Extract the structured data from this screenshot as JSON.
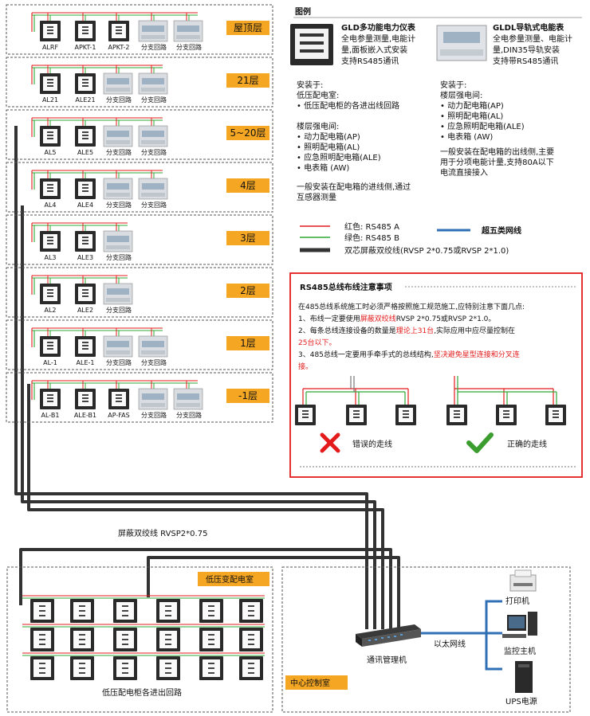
{
  "legend": {
    "title": "图例",
    "gld": {
      "title": "GLD多功能电力仪表",
      "lines": [
        "全电参量测量,电能计",
        "量,面板嵌入式安装",
        "支持RS485通讯"
      ]
    },
    "gldl": {
      "title": "GLDL导轨式电能表",
      "lines": [
        "全电参量测量、电能计",
        "量,DIN35导轨安装",
        "支持带RS485通讯"
      ]
    },
    "install_left": {
      "head1": "安装于:",
      "head2": "低压配电室:",
      "bullet1": "低压配电柜的各进出线回路",
      "head3": "楼层强电间:",
      "bullets": [
        "动力配电箱(AP)",
        "照明配电箱(AL)",
        "应急照明配电箱(ALE)",
        "电表箱 (AW)"
      ],
      "note_lines": [
        "一般安装在配电箱的进线侧,通过",
        "互感器测量"
      ]
    },
    "install_right": {
      "head1": "安装于:",
      "head2": "楼层强电间:",
      "bullets": [
        "动力配电箱(AP)",
        "照明配电箱(AL)",
        "应急照明配电箱(ALE)",
        "电表箱 (AW)"
      ],
      "note_lines": [
        "一般安装在配电箱的出线侧,主要",
        "用于分项电能计量,支持80A以下",
        "电流直接接入"
      ]
    },
    "red_label": "红色: RS485 A",
    "green_label": "绿色: RS485 B",
    "blue_label": "超五类网线",
    "black_label": "双芯屏蔽双绞线(RVSP 2*0.75或RVSP 2*1.0)"
  },
  "notice": {
    "title": "RS485总线布线注意事项",
    "intro": "在485总线系统施工时必须严格按照施工规范施工,应特别注意下面几点:",
    "item1_a": "1、布线一定要使用",
    "item1_red": "屏蔽双绞线",
    "item1_b": "RVSP 2*0.75或RVSP 2*1.0。",
    "item2_a": "2、每条总线连接设备的数量是",
    "item2_red": "理论上31台",
    "item2_b": ",实际应用中应尽量控制在",
    "item2_red2": "25台以下。",
    "item3_a": "3、485总线一定要用手牵手式的总线结构,",
    "item3_red": "坚决避免星型连接和分叉连",
    "item3_red2": "接。",
    "wrong": "错误的走线",
    "right": "正确的走线"
  },
  "floors": [
    {
      "name": "屋顶层",
      "devices": [
        "ALRF",
        "APKT-1",
        "APKT-2",
        "分支回路",
        "分支回路"
      ]
    },
    {
      "name": "21层",
      "devices": [
        "AL21",
        "ALE21",
        "分支回路",
        "分支回路"
      ]
    },
    {
      "name": "5~20层",
      "devices": [
        "AL5",
        "ALE5",
        "分支回路",
        "分支回路"
      ]
    },
    {
      "name": "4层",
      "devices": [
        "AL4",
        "ALE4",
        "分支回路",
        "分支回路"
      ]
    },
    {
      "name": "3层",
      "devices": [
        "AL3",
        "ALE3",
        "分支回路"
      ]
    },
    {
      "name": "2层",
      "devices": [
        "AL2",
        "ALE2",
        "分支回路"
      ]
    },
    {
      "name": "1层",
      "devices": [
        "AL-1",
        "ALE-1",
        "分支回路",
        "分支回路"
      ]
    },
    {
      "name": "-1层",
      "devices": [
        "AL-B1",
        "ALE-B1",
        "AP-FAS",
        "分支回路",
        "分支回路"
      ]
    }
  ],
  "bottom": {
    "cable_label": "屏蔽双绞线 RVSP2*0.75",
    "room_label": "低压变配电室",
    "cabinet_label": "低压配电柜各进出回路",
    "control_label": "中心控制室",
    "manager_label": "通讯管理机",
    "ethernet_label": "以太网线",
    "printer_label": "打印机",
    "host_label": "监控主机",
    "ups_label": "UPS电源"
  },
  "colors": {
    "red": "#e31b1b",
    "green": "#2ea836",
    "blue": "#2f6fb5",
    "orange": "#f5a623",
    "check": "#3a9d2e"
  }
}
